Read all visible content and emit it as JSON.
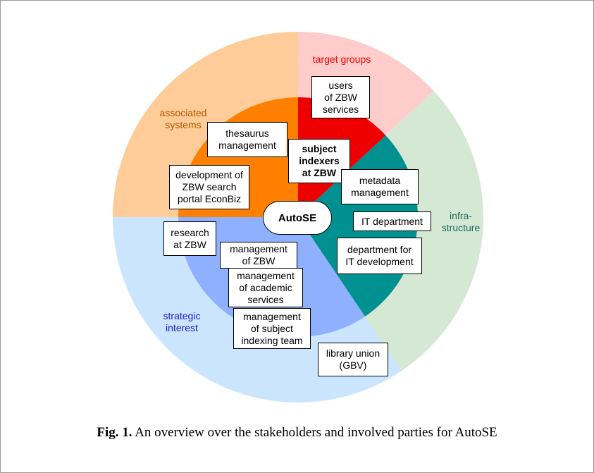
{
  "diagram": {
    "colors": {
      "target_groups_outer": "#ffcccc",
      "target_groups_inner": "#ee0000",
      "infrastructure_outer": "#d5e8d4",
      "infrastructure_inner": "#009090",
      "strategic_outer": "#cce5ff",
      "strategic_inner": "#8fb0ff",
      "associated_outer": "#fdcc99",
      "associated_inner": "#ff8000",
      "target_label": "#ee0000",
      "infra_label": "#1a6b5c",
      "strategic_label": "#1a1ad0",
      "associated_label": "#b35a00"
    },
    "regions": {
      "target_groups": "target groups",
      "associated_systems": "associated\nsystems",
      "infrastructure": "infra-\nstructure",
      "strategic_interest": "strategic\ninterest"
    },
    "center": "AutoSE",
    "boxes": {
      "users": "users\nof ZBW\nservices",
      "thesaurus": "thesaurus\nmanagement",
      "subject_indexers": "subject\nindexers\nat ZBW",
      "development": "development of\nZBW search\nportal EconBiz",
      "metadata": "metadata\nmanagement",
      "it_department": "IT department",
      "research": "research\nat ZBW",
      "mgmt_zbw": "management\nof ZBW",
      "dept_it_dev": "department for\nIT development",
      "mgmt_academic": "management\nof academic\nservices",
      "mgmt_subject": "management\nof subject\nindexing team",
      "library_union": "library union\n(GBV)"
    }
  },
  "caption": {
    "label": "Fig. 1.",
    "text": "An overview over the stakeholders and involved parties for AutoSE"
  }
}
